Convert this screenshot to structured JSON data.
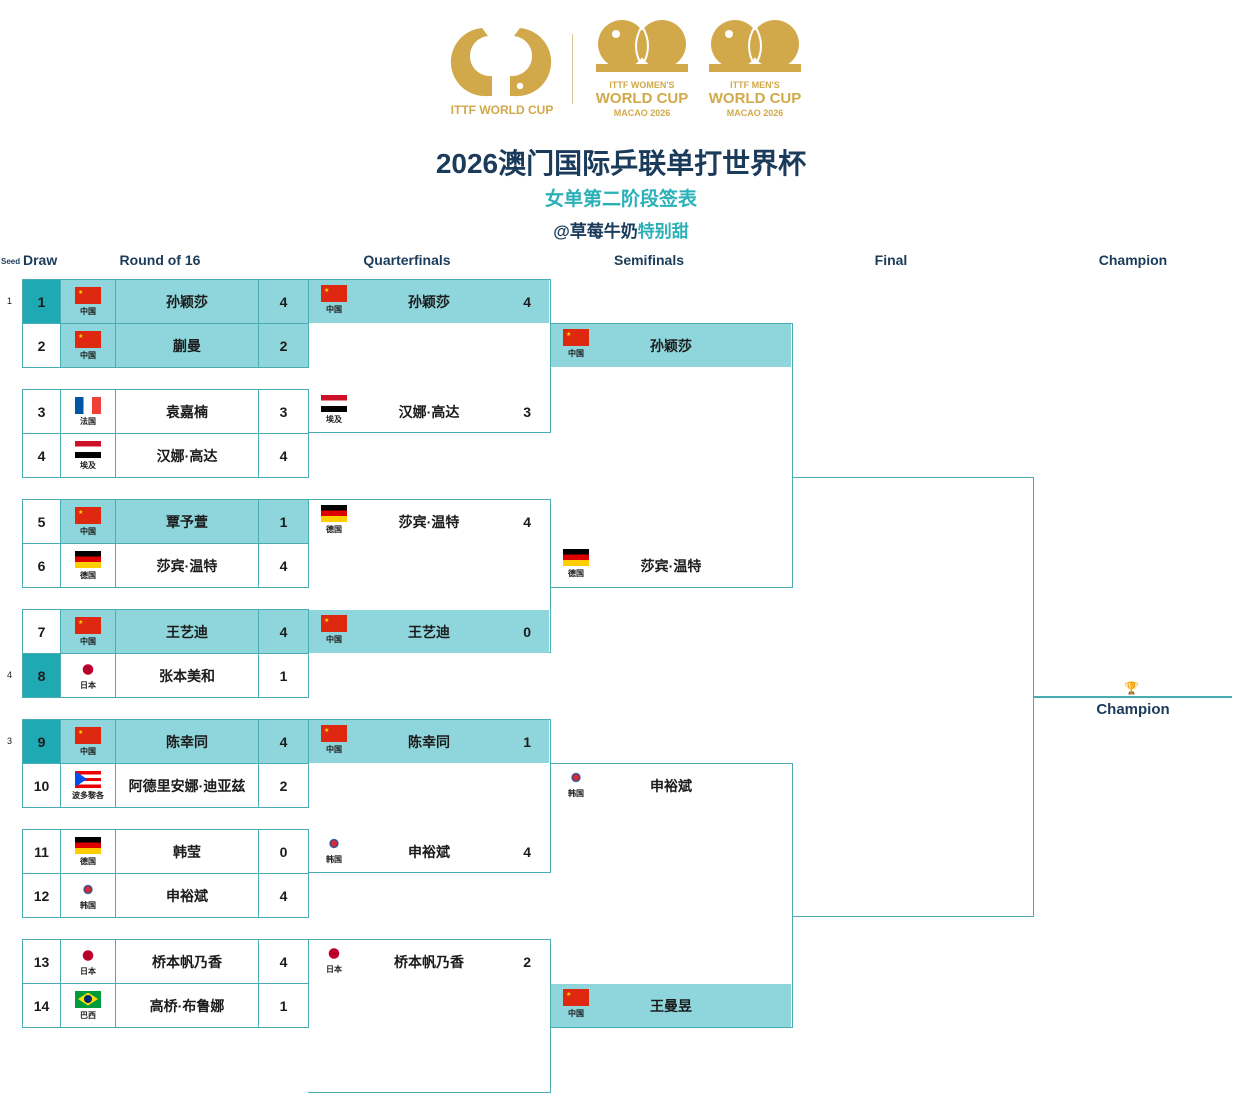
{
  "logos": {
    "main": "ITTF WORLD CUP",
    "women": [
      "ITTF WOMEN'S",
      "WORLD CUP",
      "MACAO 2026"
    ],
    "men": [
      "ITTF MEN'S",
      "WORLD CUP",
      "MACAO 2026"
    ],
    "gold": "#d2a94a"
  },
  "title": "2026澳门国际乒联单打世界杯",
  "subtitle": "女单第二阶段签表",
  "credit": {
    "prefix": "@草莓牛奶",
    "suffix": "特别甜"
  },
  "columns": {
    "seed": "Seed",
    "draw": "Draw",
    "r16": "Round of 16",
    "qf": "Quarterfinals",
    "sf": "Semifinals",
    "final": "Final",
    "champion": "Champion"
  },
  "colors": {
    "highlight": "#8ed6db",
    "seed_cell": "#1fa9b3",
    "border": "#4aadb4",
    "heading": "#1b3b5a",
    "accent": "#2bb0b8"
  },
  "round_of_16": [
    {
      "draw": "1",
      "seed": "1",
      "flag": "cn",
      "country": "中国",
      "name": "孙颖莎",
      "score": "4",
      "highlight": true,
      "seeded": true
    },
    {
      "draw": "2",
      "flag": "cn",
      "country": "中国",
      "name": "蒯曼",
      "score": "2",
      "highlight": true
    },
    {
      "draw": "3",
      "flag": "fr",
      "country": "法国",
      "name": "袁嘉楠",
      "score": "3"
    },
    {
      "draw": "4",
      "flag": "eg",
      "country": "埃及",
      "name": "汉娜·高达",
      "score": "4"
    },
    {
      "draw": "5",
      "flag": "cn",
      "country": "中国",
      "name": "覃予萱",
      "score": "1",
      "highlight": true
    },
    {
      "draw": "6",
      "flag": "de",
      "country": "德国",
      "name": "莎宾·温特",
      "score": "4"
    },
    {
      "draw": "7",
      "flag": "cn",
      "country": "中国",
      "name": "王艺迪",
      "score": "4",
      "highlight": true
    },
    {
      "draw": "8",
      "seed": "4",
      "flag": "jp",
      "country": "日本",
      "name": "张本美和",
      "score": "1",
      "seeded": true
    },
    {
      "draw": "9",
      "seed": "3",
      "flag": "cn",
      "country": "中国",
      "name": "陈幸同",
      "score": "4",
      "highlight": true,
      "seeded": true
    },
    {
      "draw": "10",
      "flag": "pr",
      "country": "波多黎各",
      "name": "阿德里安娜·迪亚兹",
      "score": "2"
    },
    {
      "draw": "11",
      "flag": "de",
      "country": "德国",
      "name": "韩莹",
      "score": "0"
    },
    {
      "draw": "12",
      "flag": "kr",
      "country": "韩国",
      "name": "申裕斌",
      "score": "4"
    },
    {
      "draw": "13",
      "flag": "jp",
      "country": "日本",
      "name": "桥本帆乃香",
      "score": "4"
    },
    {
      "draw": "14",
      "flag": "br",
      "country": "巴西",
      "name": "高桥·布鲁娜",
      "score": "1"
    }
  ],
  "quarterfinals": [
    {
      "flag": "cn",
      "country": "中国",
      "name": "孙颖莎",
      "score": "4",
      "highlight": true
    },
    {
      "flag": "eg",
      "country": "埃及",
      "name": "汉娜·高达",
      "score": "3"
    },
    {
      "flag": "de",
      "country": "德国",
      "name": "莎宾·温特",
      "score": "4"
    },
    {
      "flag": "cn",
      "country": "中国",
      "name": "王艺迪",
      "score": "0",
      "highlight": true
    },
    {
      "flag": "cn",
      "country": "中国",
      "name": "陈幸同",
      "score": "1",
      "highlight": true
    },
    {
      "flag": "kr",
      "country": "韩国",
      "name": "申裕斌",
      "score": "4"
    },
    {
      "flag": "jp",
      "country": "日本",
      "name": "桥本帆乃香",
      "score": "2"
    }
  ],
  "semifinals": [
    {
      "flag": "cn",
      "country": "中国",
      "name": "孙颖莎",
      "highlight": true
    },
    {
      "flag": "de",
      "country": "德国",
      "name": "莎宾·温特"
    },
    {
      "flag": "kr",
      "country": "韩国",
      "name": "申裕斌"
    },
    {
      "flag": "cn",
      "country": "中国",
      "name": "王曼昱",
      "highlight": true
    }
  ],
  "champion": {
    "label": "Champion",
    "icon": "trophy-icon"
  }
}
